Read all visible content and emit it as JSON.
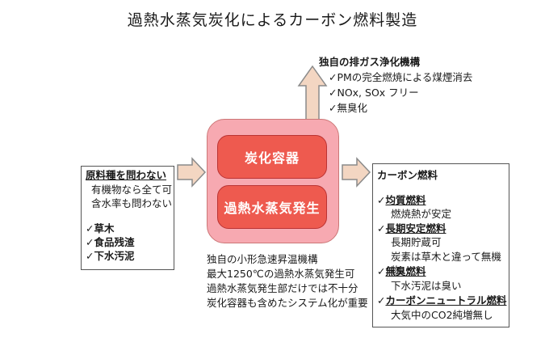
{
  "title": "過熱水蒸気炭化によるカーボン燃料製造",
  "exhaust": {
    "heading": "独自の排ガス浄化機構",
    "items": [
      "✓PMの完全燃焼による煤煙消去",
      "✓NOx, SOx フリー",
      "✓無臭化"
    ]
  },
  "chamber": {
    "upper": "炭化容器",
    "lower": "過熱水蒸気発生"
  },
  "input_box": {
    "heading": "原料種を問わない",
    "notes": [
      "有機物なら全て可",
      "含水率も問わない"
    ],
    "checks": [
      "✓草木",
      "✓食品残渣",
      "✓下水汚泥"
    ]
  },
  "output_box": {
    "heading": "カーボン燃料",
    "groups": [
      {
        "label": "均質燃料",
        "notes": [
          "燃焼熱が安定"
        ]
      },
      {
        "label": "長期安定燃料",
        "notes": [
          "長期貯蔵可",
          "炭素は草木と違って無機物"
        ]
      },
      {
        "label": "無臭燃料",
        "notes": [
          "下水汚泥は臭い"
        ]
      },
      {
        "label": "カーボンニュートラル燃料",
        "notes": [
          "大気中のCO2純増無し"
        ]
      }
    ]
  },
  "system_notes": [
    "独自の小形急速昇温機構",
    "最大1250℃の過熱水蒸気発生可",
    "過熱水蒸気発生部だけでは不十分",
    "炭化容器も含めたシステム化が重要"
  ]
}
